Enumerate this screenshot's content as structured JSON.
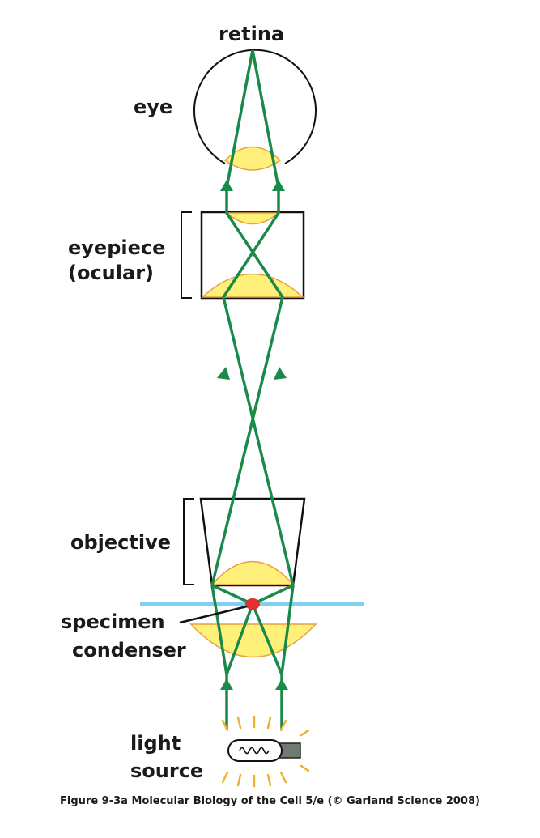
{
  "labels": {
    "retina": "retina",
    "eye": "eye",
    "eyepiece_line1": "eyepiece",
    "eyepiece_line2": "(ocular)",
    "objective": "objective",
    "specimen": "specimen",
    "condenser": "condenser",
    "light_line1": "light",
    "light_line2": "source"
  },
  "caption": "Figure 9-3a  Molecular Biology of the Cell 5/e (© Garland Science 2008)",
  "colors": {
    "ray": "#1a8a4a",
    "lens_fill": "#fff07a",
    "lens_stroke": "#e8a040",
    "slide": "#7fd0f0",
    "specimen_dot": "#e03030",
    "outline": "#111111",
    "glow": "#f0b030",
    "bulb_socket": "#707a70"
  }
}
